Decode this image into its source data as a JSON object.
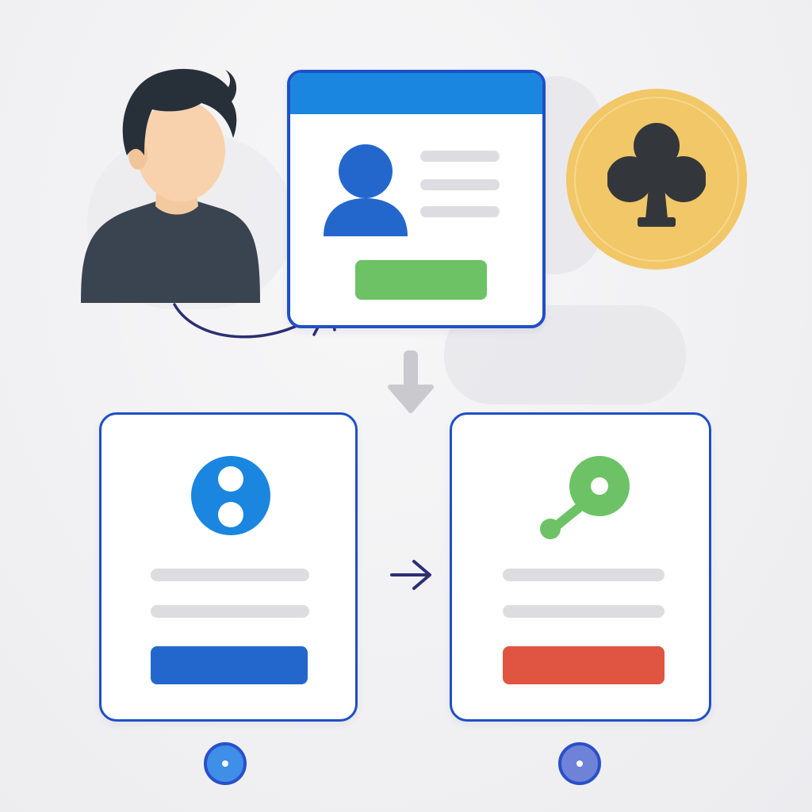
{
  "colors": {
    "accent_blue": "#1a86e0",
    "border_blue": "#1f4fc7",
    "profile_blue": "#2467cc",
    "green": "#6cc265",
    "red": "#e05541",
    "gold": "#f1c767",
    "dark_shirt": "#3a4350",
    "placeholder_gray": "#dddde1",
    "arrow_navy": "#2b2f73",
    "arrow_gray": "#c9c9ce"
  },
  "diagram": {
    "nodes": [
      {
        "id": "user",
        "icon": "user-icon"
      },
      {
        "id": "profile-window",
        "icon": "profile-avatar-icon",
        "button_color": "green"
      },
      {
        "id": "club-coin",
        "icon": "club-suit-icon"
      },
      {
        "id": "left-card",
        "icon": "two-dots-icon",
        "button_color": "blue"
      },
      {
        "id": "right-card",
        "icon": "key-icon",
        "button_color": "red"
      }
    ],
    "edges": [
      {
        "from": "user",
        "to": "profile-window",
        "style": "curved-arrow"
      },
      {
        "from": "profile-window",
        "to": "left-card",
        "style": "down-arrow"
      },
      {
        "from": "left-card",
        "to": "right-card",
        "style": "right-arrow"
      }
    ],
    "indicators": [
      {
        "for": "left-card",
        "color": "#3f8ee8"
      },
      {
        "for": "right-card",
        "color": "#6e83d8"
      }
    ]
  }
}
